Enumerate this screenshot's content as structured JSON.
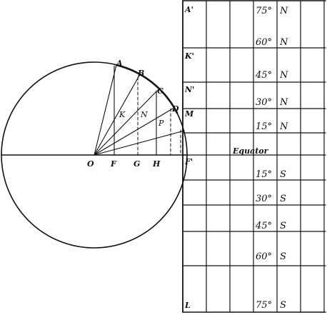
{
  "circle_labels": {
    "A": "A",
    "B": "B",
    "C": "C",
    "D": "D",
    "O": "O",
    "F": "F",
    "G": "G",
    "H": "H",
    "K": "K",
    "N": "N",
    "P": "P"
  },
  "chart_labels": {
    "A_prime": "A'",
    "K_prime": "K'",
    "N_prime": "N'",
    "M": "M",
    "F_prime": "F'",
    "L": "L"
  },
  "latitudes": [
    {
      "deg": "75°",
      "dir": "N"
    },
    {
      "deg": "60°",
      "dir": "N"
    },
    {
      "deg": "45°",
      "dir": "N"
    },
    {
      "deg": "30°",
      "dir": "N"
    },
    {
      "deg": "15°",
      "dir": "N"
    },
    {
      "deg": "15°",
      "dir": "S"
    },
    {
      "deg": "30°",
      "dir": "S"
    },
    {
      "deg": "45°",
      "dir": "S"
    },
    {
      "deg": "60°",
      "dir": "S"
    },
    {
      "deg": "75°",
      "dir": "S"
    }
  ],
  "equator_label": "Equator"
}
